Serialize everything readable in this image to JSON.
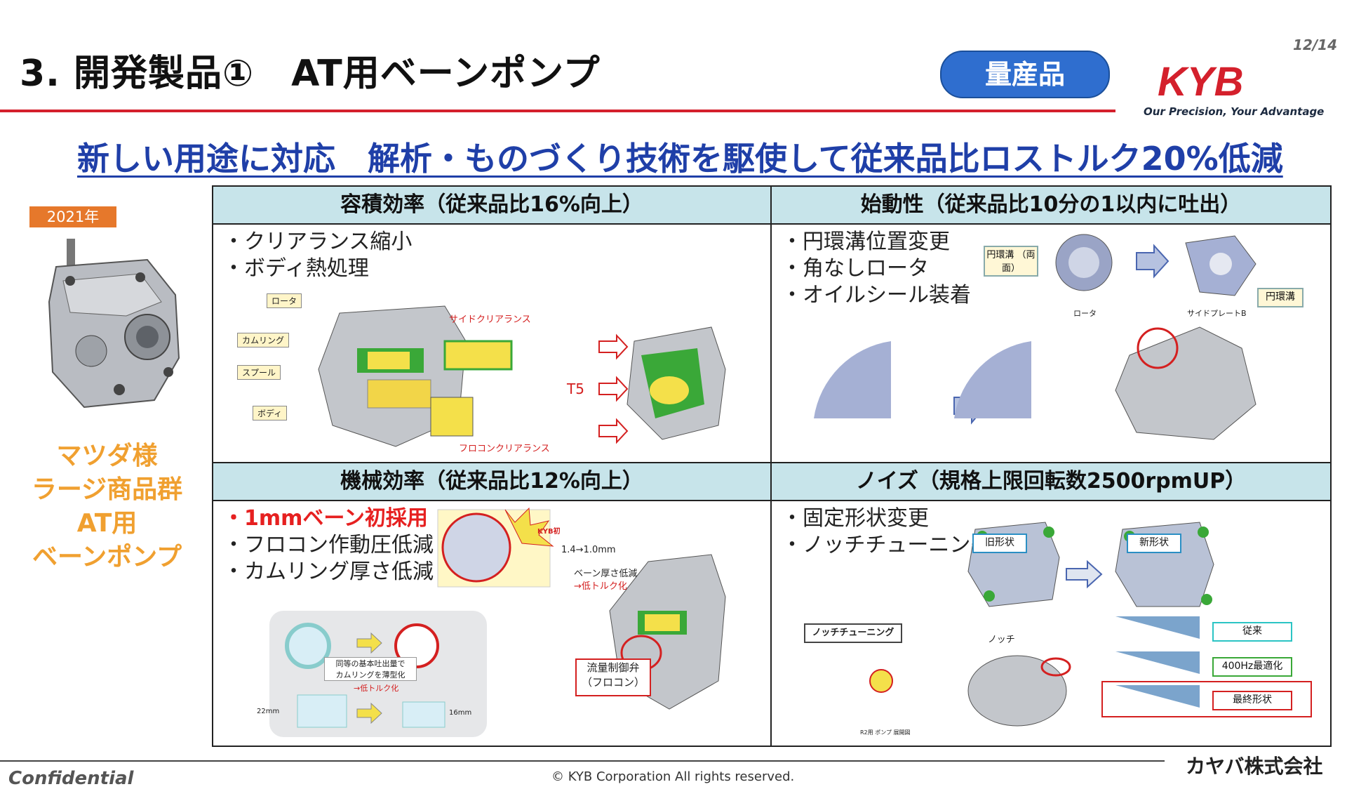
{
  "header": {
    "title": "3. 開発製品①　AT用ベーンポンプ",
    "page": "12/14",
    "badge": "量産品",
    "logo_text": "KYB",
    "slogan": "Our Precision, Your Advantage"
  },
  "headline": "新しい用途に対応　解析・ものづくり技術を駆使して従来品比ロストルク20%低減",
  "product": {
    "year": "2021年",
    "customer_lines": [
      "マツダ様",
      "ラージ商品群",
      "AT用",
      "ベーンポンプ"
    ]
  },
  "panels": {
    "volumetric": {
      "header": "容積効率（従来品比16%向上）",
      "bullets": [
        "・クリアランス縮小",
        "・ボディ熱処理"
      ],
      "labels": {
        "rotor": "ロータ",
        "cam_ring": "カムリング",
        "spool": "スプール",
        "body": "ボディ",
        "side_clearance": "サイドクリアランス",
        "frocon_clearance": "フロコンクリアランス",
        "t5": "T5"
      }
    },
    "startup": {
      "header": "始動性（従来品比10分の1以内に吐出）",
      "bullets": [
        "・円環溝位置変更",
        "・角なしロータ",
        "・オイルシール装着"
      ],
      "labels": {
        "groove_both": "円環溝\n（両面）",
        "rotor": "ロータ",
        "side_plate": "サイドプレートB",
        "groove": "円環溝"
      }
    },
    "mechanical": {
      "header": "機械効率（従来品比12%向上）",
      "bullets_red": [
        "・1mmベーン初採用"
      ],
      "bullets": [
        "・フロコン作動圧低減",
        "・カムリング厚さ低減"
      ],
      "labels": {
        "kyb_first": "KYB初",
        "vane_dim": "1.4→1.0mm",
        "vane_thin": "ベーン厚さ低減",
        "vane_torque": "→低トルク化",
        "cam_note": "同等の基本吐出量で\nカムリングを薄型化",
        "cam_torque": "→低トルク化",
        "dim_22": "22mm",
        "dim_16": "16mm",
        "valve": "流量制御弁\n（フロコン）"
      }
    },
    "noise": {
      "header": "ノイズ（規格上限回転数2500rpmUP）",
      "bullets": [
        "・固定形状変更",
        "・ノッチチューニング"
      ],
      "labels": {
        "old_shape": "旧形状",
        "new_shape": "新形状",
        "notch_tuning": "ノッチチューニング",
        "notch": "ノッチ",
        "conventional": "従来",
        "opt_400": "400Hz最適化",
        "final_shape": "最終形状",
        "caption": "R2用 ポンプ 展開図"
      }
    }
  },
  "footer": {
    "confidential": "Confidential",
    "copyright": "© KYB Corporation All rights reserved.",
    "company": "カヤバ株式会社"
  },
  "colors": {
    "accent_red": "#d4202c",
    "headline_blue": "#1f3fa8",
    "badge_blue": "#2f6ecf",
    "header_fill": "#c7e4ea",
    "customer_orange": "#f0a030"
  }
}
